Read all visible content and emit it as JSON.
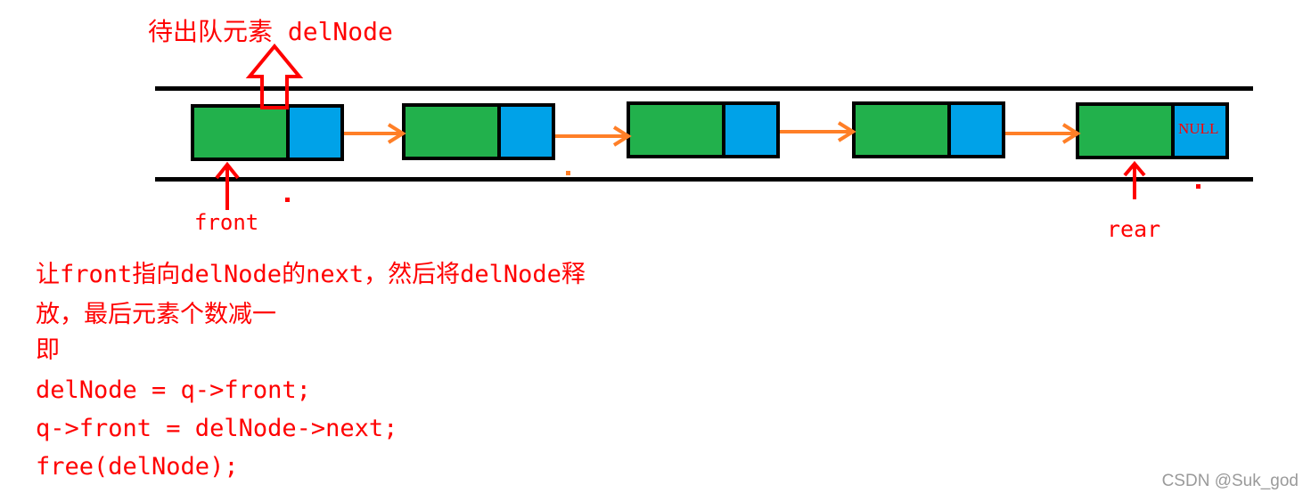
{
  "title": "待出队元素 delNode",
  "pointers": {
    "front": "front",
    "rear": "rear"
  },
  "last_node_next": "NULL",
  "description": {
    "line1": "让front指向delNode的next，然后将delNode释",
    "line2": "放，最后元素个数减一",
    "line3": "即"
  },
  "code": {
    "line1": "delNode = q->front;",
    "line2": "q->front = delNode->next;",
    "line3": "free(delNode);"
  },
  "watermark": "CSDN @Suk_god",
  "colors": {
    "data_cell": "#22b14c",
    "next_cell": "#00a2e8",
    "link_arrow": "#ff7f27",
    "annotation": "#ff0000"
  },
  "nodes_count": 5
}
